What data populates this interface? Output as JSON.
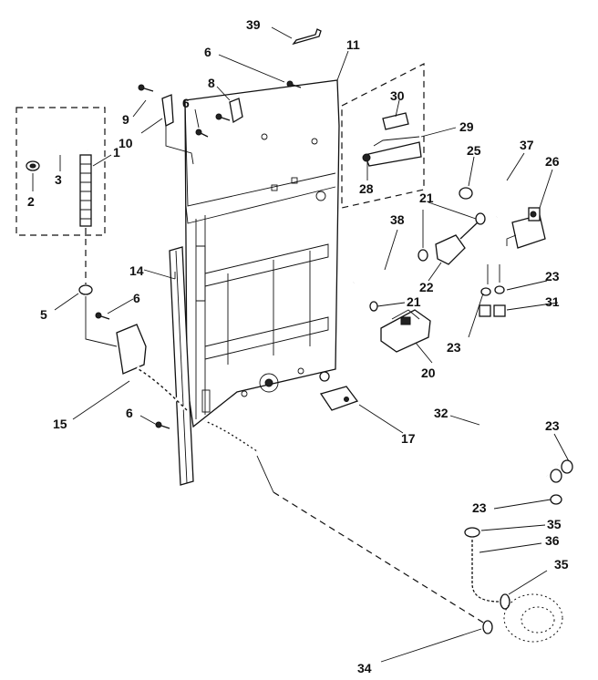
{
  "labels": [
    "39",
    "6",
    "11",
    "8",
    "9",
    "6",
    "10",
    "1",
    "3",
    "2",
    "30",
    "29",
    "28",
    "25",
    "37",
    "26",
    "21",
    "38",
    "21",
    "22",
    "14",
    "6",
    "5",
    "23",
    "31",
    "21",
    "20",
    "23",
    "17",
    "15",
    "6",
    "32",
    "23",
    "23",
    "35",
    "36",
    "35",
    "34"
  ]
}
